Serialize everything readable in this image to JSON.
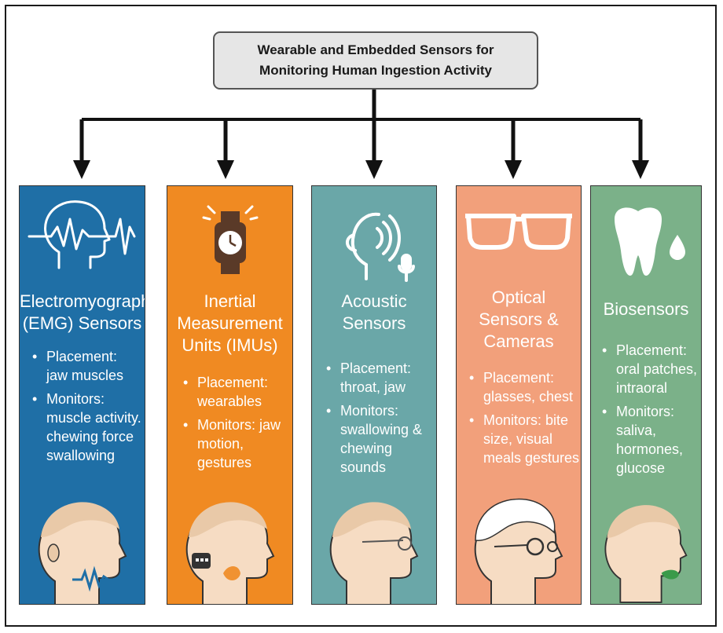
{
  "title": {
    "line1": "Wearable and Embedded Sensors for",
    "line2": "Monitoring Human Ingestion Activity"
  },
  "panels": [
    {
      "icon": "emg-head-wave-icon",
      "title_lines": [
        "Electromyography",
        "(EMG) Sensors"
      ],
      "placement": "Placement: jaw muscles",
      "monitors": "Monitors: muscle activity. chewing force swallowing",
      "color": "#1f6fa6"
    },
    {
      "icon": "smartwatch-icon",
      "title_lines": [
        "Inertial",
        "Measurement",
        "Units (IMUs)"
      ],
      "placement": "Placement: wearables",
      "monitors": "Monitors: jaw motion, gestures",
      "color": "#f08a22"
    },
    {
      "icon": "acoustic-head-microphone-icon",
      "title_lines": [
        "Acoustic",
        "Sensors"
      ],
      "placement": "Placement: throat, jaw",
      "monitors": "Monitors: swallowing & chewing sounds",
      "color": "#6aa7a8"
    },
    {
      "icon": "glasses-icon",
      "title_lines": [
        "Optical",
        "Sensors &",
        "Cameras"
      ],
      "placement": "Placement: glasses, chest",
      "monitors": "Monitors: bite size, visual meals gestures",
      "color": "#f2a07b"
    },
    {
      "icon": "tooth-droplet-icon",
      "title_lines": [
        "Biosensors"
      ],
      "placement": "Placement: oral patches, intraoral",
      "monitors": "Monitors: saliva, hormones, glucose",
      "color": "#7bb189"
    }
  ]
}
